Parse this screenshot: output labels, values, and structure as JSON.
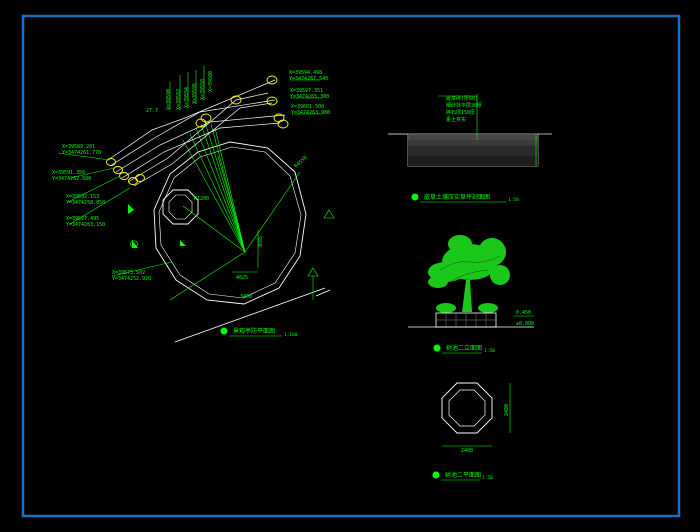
{
  "colors": {
    "background": "#000000",
    "frame": "#1b6fc2",
    "line_white": "#ffffff",
    "line_green": "#00ff00",
    "line_yellow": "#ffff00",
    "tree_green": "#19c819"
  },
  "plan": {
    "title": "景观亭防平面图",
    "scale": "1:100",
    "coords": [
      {
        "x": "X=39594.498",
        "y": "Y=3474267.540"
      },
      {
        "x": "X=39597.351",
        "y": "Y=3474265.300"
      },
      {
        "x": "X=39601.500",
        "y": "Y=3474263.900"
      },
      {
        "x": "X=39589.201",
        "y": "Y=3474261.770"
      },
      {
        "x": "X=39591.356",
        "y": "Y=3474262.600"
      },
      {
        "x": "X=39592.153",
        "y": "Y=3474258.050"
      },
      {
        "x": "X=39597.495",
        "y": "Y=3474263.150"
      },
      {
        "x": "X=39573.502",
        "y": "Y=3474252.920"
      }
    ],
    "dims": {
      "r": "R4550",
      "d1": "4825",
      "d2": "3450",
      "d3": "3685",
      "ang": "27.7",
      "r2": "R1200"
    }
  },
  "section": {
    "title": "嵌草土壤压实草坪剖面图",
    "scale": "1:50",
    "layers": [
      "嵌草砖(厚60)",
      "细砂找平层30厚",
      "碎石层150厚",
      "素土夯实"
    ]
  },
  "pool_elev": {
    "title": "树池二立面图",
    "scale": "1:50",
    "elev_top": "0.450",
    "elev_bottom": "±0.000"
  },
  "pool_plan": {
    "title": "树池二平面图",
    "scale": "1:50",
    "width": "2400",
    "height": "2400"
  }
}
